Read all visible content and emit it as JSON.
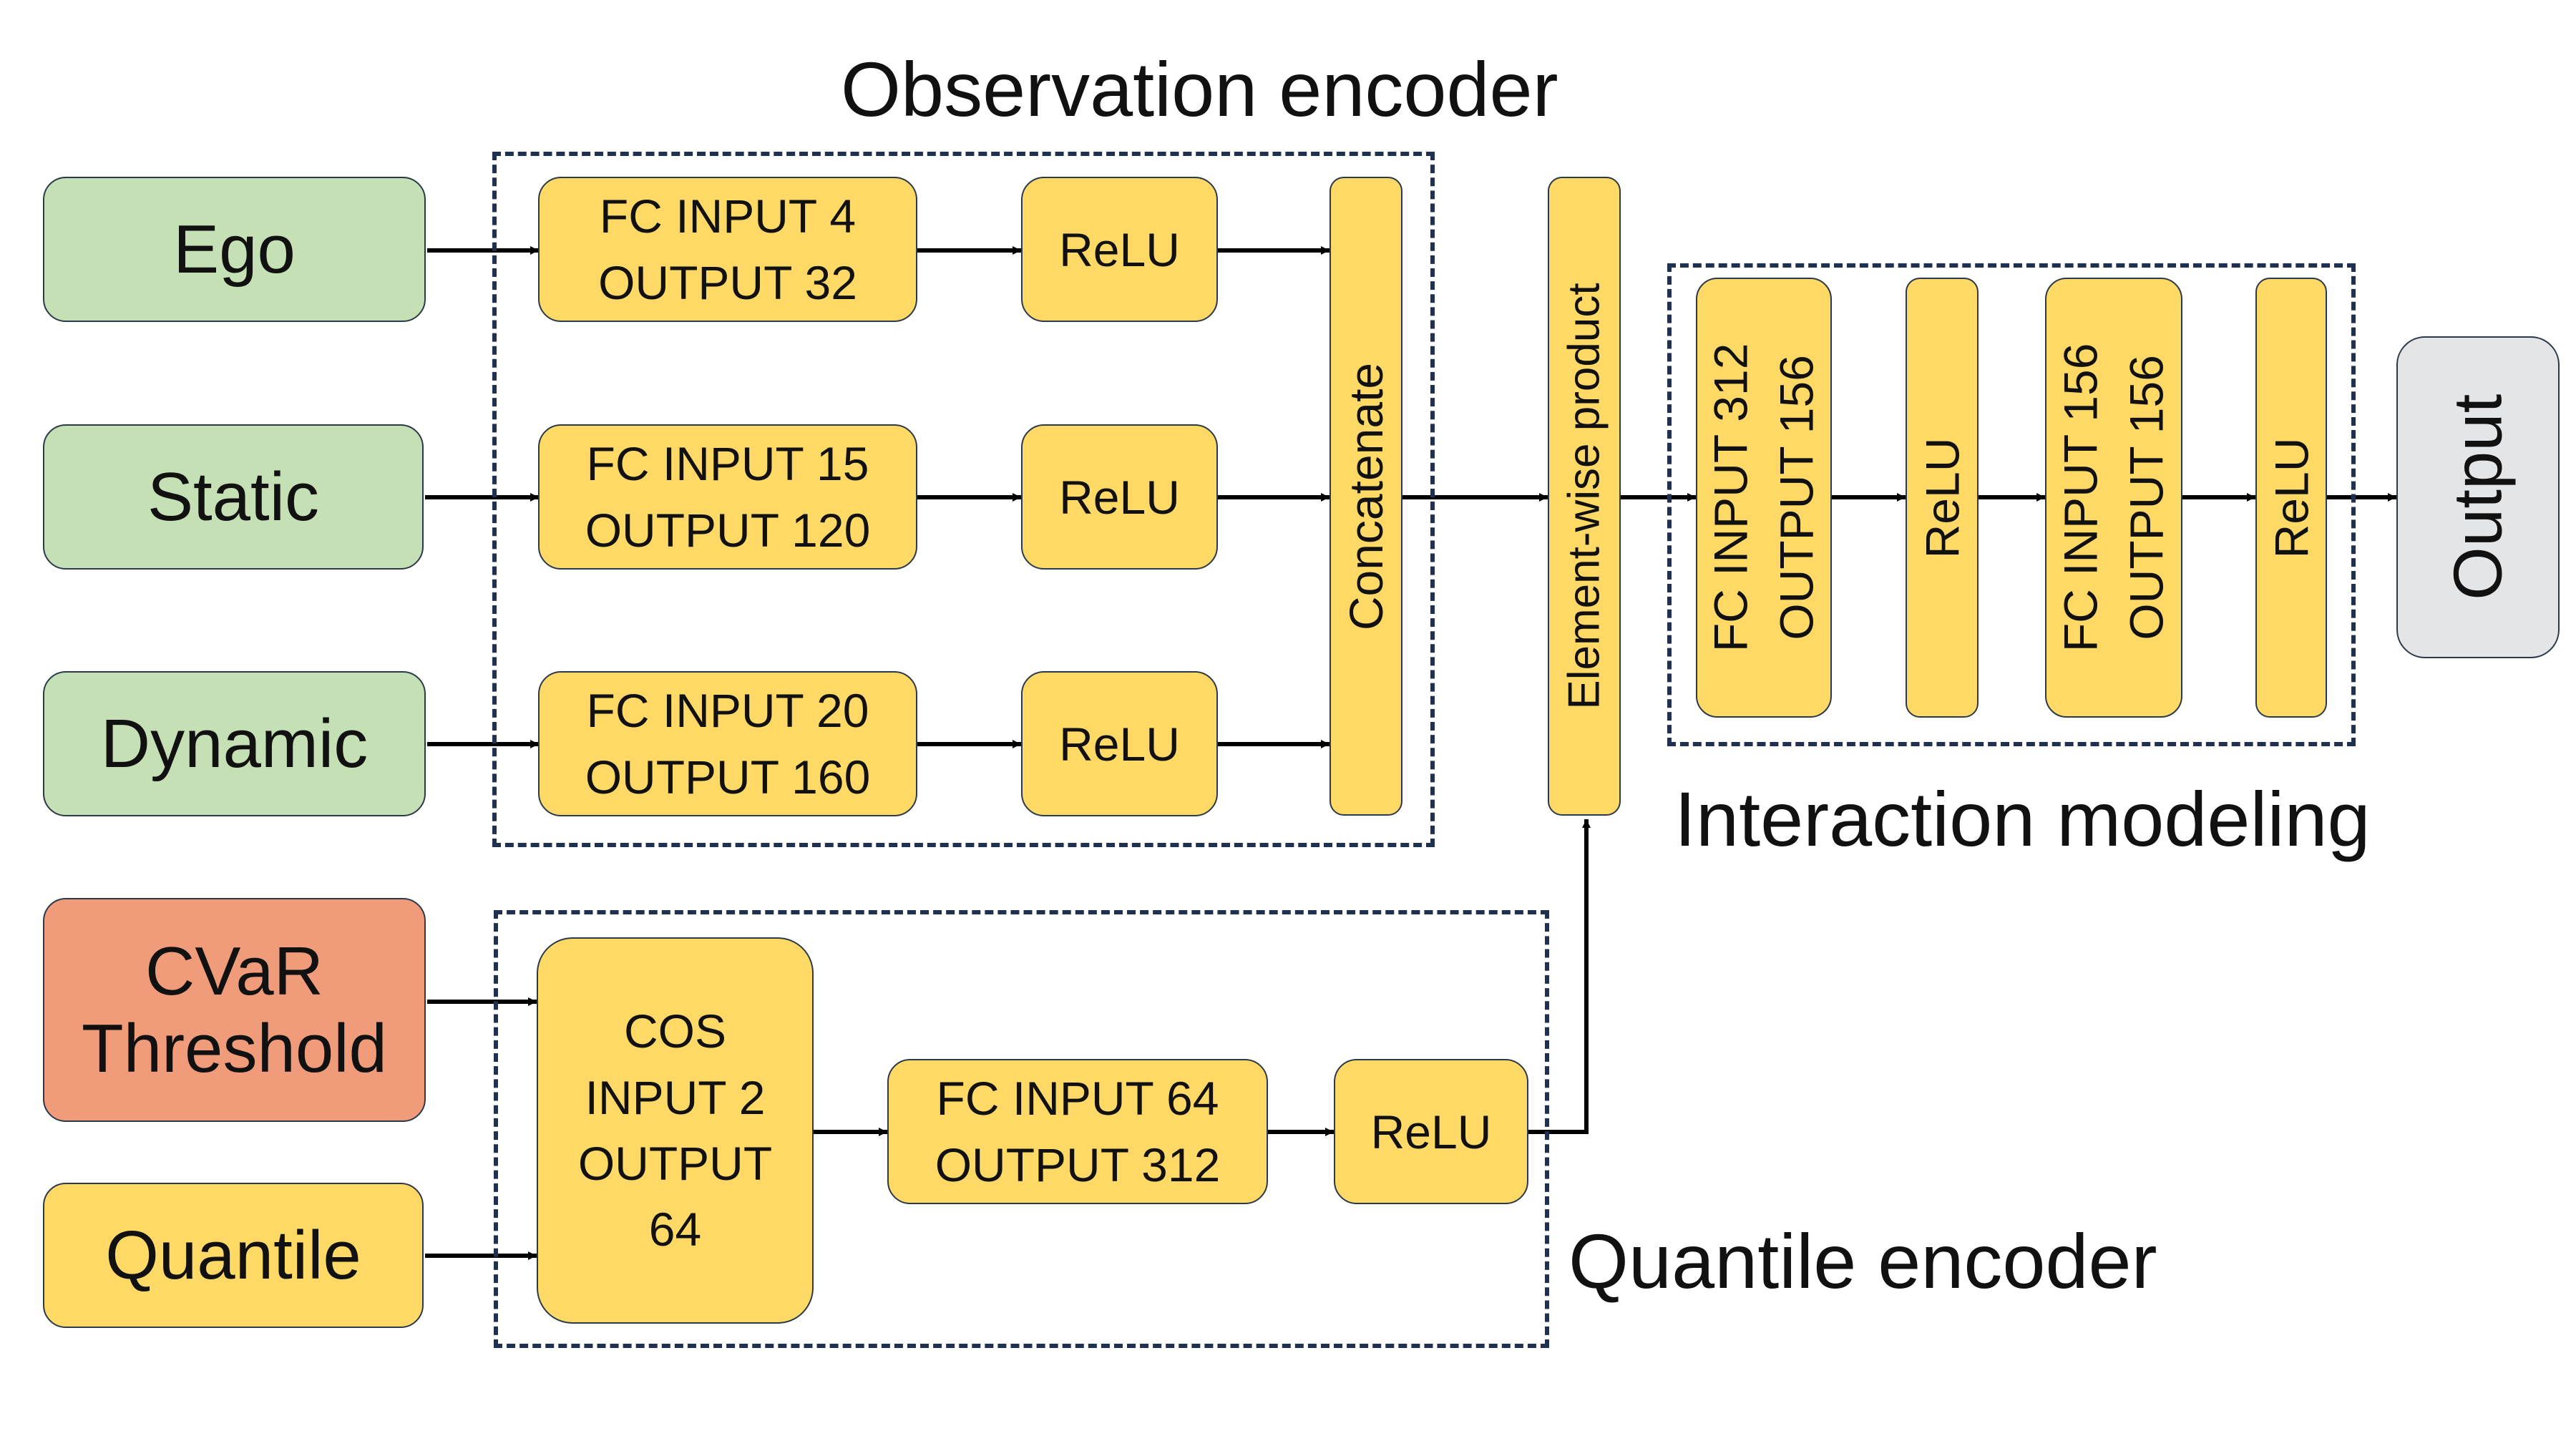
{
  "inputs": {
    "ego": "Ego",
    "static": "Static",
    "dynamic": "Dynamic",
    "cvar_line1": "CVaR",
    "cvar_line2": "Threshold",
    "quantile": "Quantile"
  },
  "observation_encoder": {
    "title": "Observation encoder",
    "fc_ego": [
      "FC INPUT 4",
      "OUTPUT 32"
    ],
    "fc_static": [
      "FC INPUT 15",
      "OUTPUT 120"
    ],
    "fc_dynamic": [
      "FC INPUT 20",
      "OUTPUT 160"
    ],
    "relu": "ReLU",
    "concat": "Concatenate"
  },
  "product": "Element-wise product",
  "interaction_modeling": {
    "title": "Interaction modeling",
    "fc1": [
      "FC INPUT 312",
      "OUTPUT 156"
    ],
    "fc2": [
      "FC INPUT 156",
      "OUTPUT 156"
    ],
    "relu": "ReLU"
  },
  "quantile_encoder": {
    "title": "Quantile encoder",
    "cos": [
      "COS",
      "INPUT 2",
      "OUTPUT",
      "64"
    ],
    "fc": [
      "FC INPUT 64",
      "OUTPUT 312"
    ],
    "relu": "ReLU"
  },
  "output": "Output",
  "colors": {
    "input_green": "#c5e0b4",
    "block_yellow": "#ffd966",
    "cvar_orange": "#f09c7a",
    "output_gray": "#e4e5e7",
    "dashed_border": "#1f3050"
  }
}
